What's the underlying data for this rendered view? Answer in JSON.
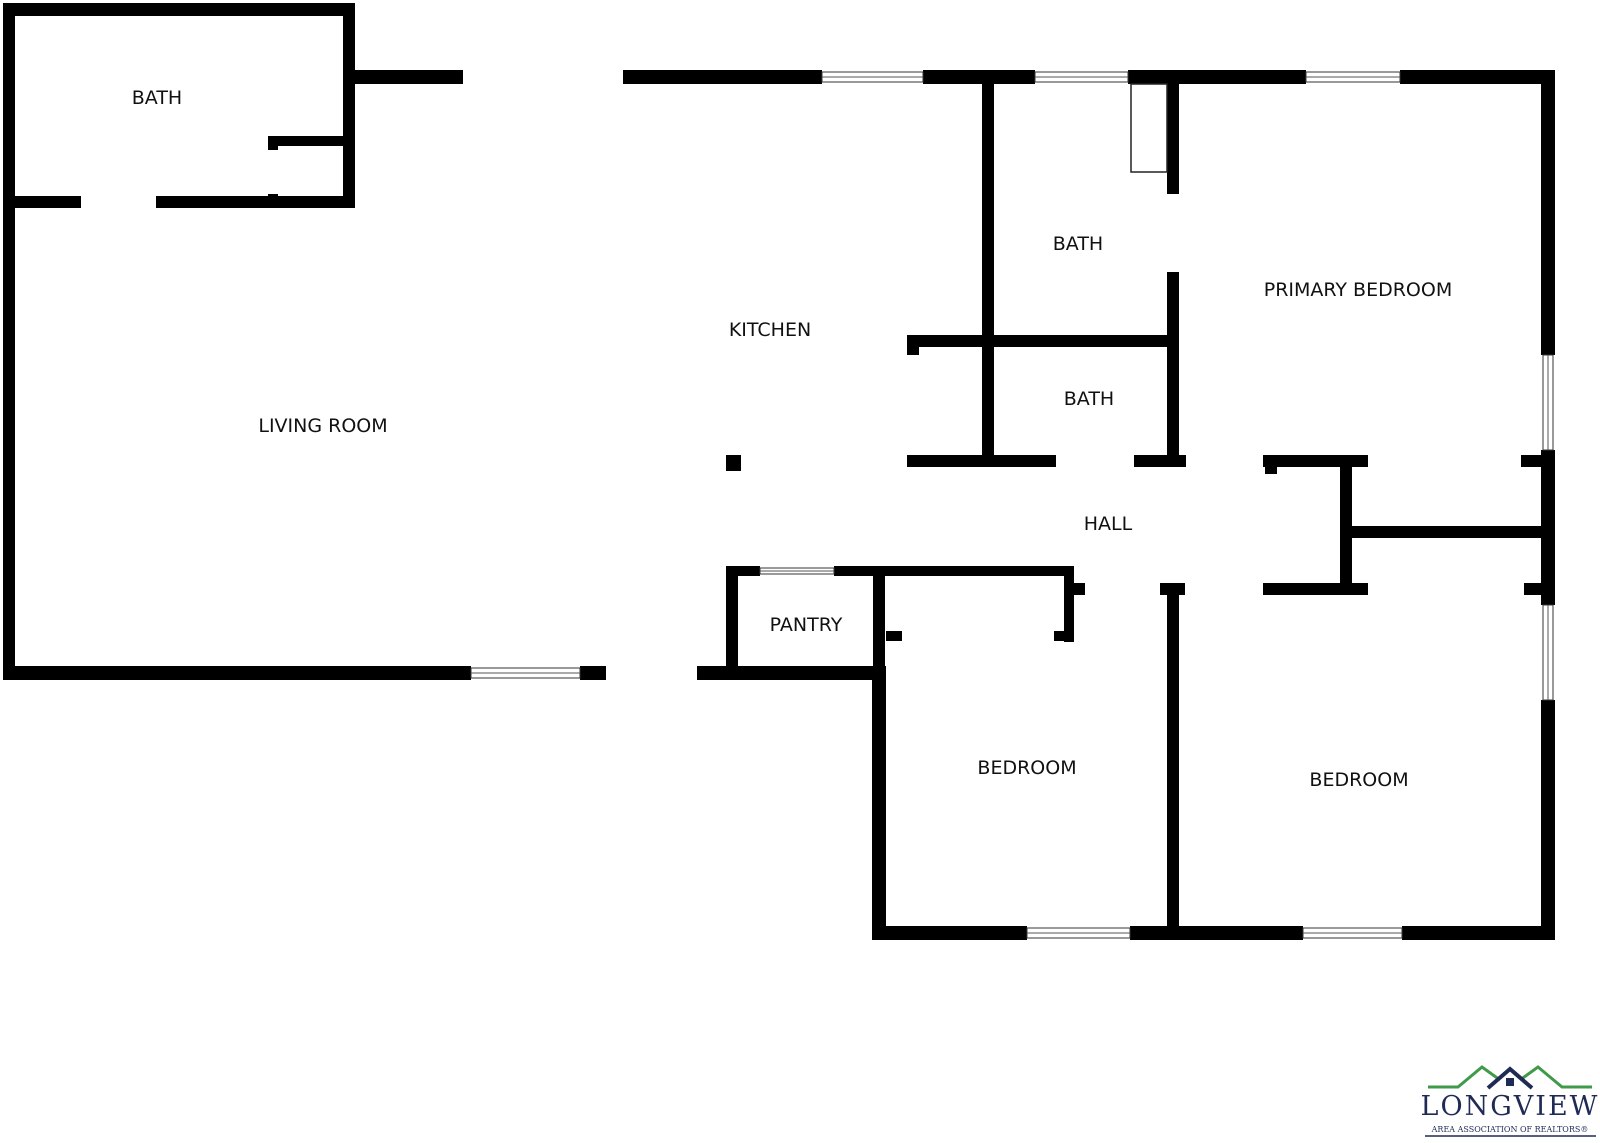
{
  "rooms": {
    "bath_upper_left": "BATH",
    "kitchen": "KITCHEN",
    "living_room": "LIVING ROOM",
    "bath_upper": "BATH",
    "bath_lower": "BATH",
    "primary_bedroom": "PRIMARY BEDROOM",
    "hall": "HALL",
    "pantry": "PANTRY",
    "bedroom_left": "BEDROOM",
    "bedroom_right": "BEDROOM"
  },
  "logo": {
    "name": "LONGVIEW",
    "subtitle": "AREA ASSOCIATION OF REALTORS®",
    "colors": {
      "roof_green": "#3f9a4a",
      "roof_navy": "#1f2a55"
    }
  },
  "colors": {
    "wall": "#000000",
    "background": "#ffffff"
  }
}
